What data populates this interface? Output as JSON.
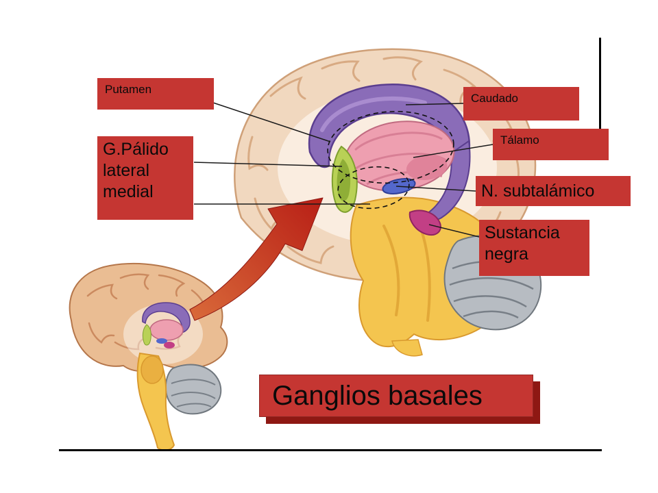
{
  "labels": {
    "putamen": "Putamen",
    "caudado": "Caudado",
    "talamo": "Tálamo",
    "gpalido_line1": "G.Pálido",
    "gpalido_line2": "lateral",
    "gpalido_line3": "medial",
    "subtalamico": "N. subtalámico",
    "sustancia_line1": "Sustancia",
    "sustancia_line2": "negra"
  },
  "title": {
    "text": "Ganglios basales"
  },
  "colors": {
    "label_box": "#c53632",
    "title_shadow": "#8e1813",
    "frame": "#000000",
    "arrow_start": "#d96a3a",
    "arrow_end": "#b81f16",
    "cortex": "#f1d8bf",
    "cortex_stroke": "#cfa078",
    "caudate_purple": "#8a6cb8",
    "thalamus_pink": "#ee9fb0",
    "pallidus_green": "#b9d156",
    "subthalamic_blue": "#5468cc",
    "nigra_magenta": "#c23f85",
    "brainstem_yellow": "#f4c54f",
    "cerebellum_gray": "#b7bcc2"
  }
}
